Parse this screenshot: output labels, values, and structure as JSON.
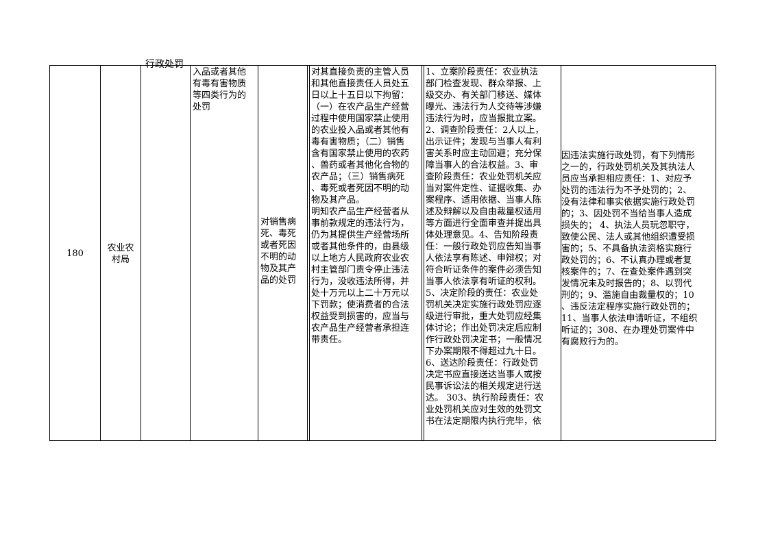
{
  "row": {
    "number": "180",
    "department": "农业农\n村局",
    "category_fragment": "行政处罚",
    "item_name": "入品或者其他\n有毒有害物质\n等四类行为的\n处罚",
    "sub_item": "对销售病\n死、毒死\n或者死因\n不明的动\n物及其产\n品的处罚",
    "basis": "对其直接负责的主管人员\n和其他直接责任人员处五\n日以上十五日以下拘留：\n（一）在农产品生产经营\n过程中使用国家禁止使用\n的农业投入品或者其他有\n毒有害物质；（二）销售\n含有国家禁止使用的农药\n、兽药或者其他化合物的\n农产品；（三）销售病死\n、毒死或者死因不明的动\n物及其产品。\n明知农产品生产经营者从\n事前款规定的违法行为，\n仍为其提供生产经营场所\n或者其他条件的，由县级\n以上地方人民政府农业农\n村主管部门责令停止违法\n行为，没收违法所得，并\n处十万元以上二十万元以\n下罚款；使消费者的合法\n权益受到损害的，应当与\n农产品生产经营者承担连\n带责任。",
    "responsibility": "1、立案阶段责任：农业执法\n部门检查发现、群众举报、上\n级交办、有关部门移送、媒体\n曝光、违法行为人交待等涉嫌\n违法行为时，应当报批立案。\n2、调查阶段责任：2人以上，\n出示证件；发现与当事人有利\n害关系时应主动回避；充分保\n障当事人的合法权益。3、审\n查阶段责任：农业处罚机关应\n当对案件定性、证据收集、办\n案程序、适用依据、当事人陈\n述及辩解以及自由裁量权适用\n等方面进行全面审查并提出具\n体处理意见。4、告知阶段责\n任：一般行政处罚应告知当事\n人依法享有陈述、申辩权；对\n符合听证条件的案件必须告知\n当事人依法享有听证的权利。\n5、决定阶段的责任：农业处\n罚机关决定实施行政处罚应逐\n级进行审批，重大处罚应经集\n体讨论；作出处罚决定后应制\n作行政处罚决定书；一般情况\n下办案期限不得超过九十日。\n6、送达阶段责任：行政处罚\n决定书应直接送达当事人或按\n民事诉讼法的相关规定进行送\n达。 303、执行阶段责任：农\n业处罚机关应对生效的处罚文\n书在法定期限内执行完毕，依",
    "accountability": "因违法实施行政处罚，有下列情形\n之一的，行政处罚机关及其执法人\n员应当承担相应责任：1、对应予\n处罚的违法行为不予处罚的；2、\n没有法律和事实依据实施行政处罚\n的；3、因处罚不当给当事人造成\n损失的； 4、执法人员玩忽职守，\n致使公民、法人或其他组织遭受损\n害的；5、不具备执法资格实施行\n政处罚的；6、不认真办理或者复\n核案件的；7、在查处案件遇到突\n发情况未及时报告的；8、以罚代\n刑的；9、滥施自由裁量权的；10\n、违反法定程序实施行政处罚的；\n11、当事人依法申请听证，不组织\n听证的；308、在办理处罚案件中\n有腐败行为的。"
  }
}
